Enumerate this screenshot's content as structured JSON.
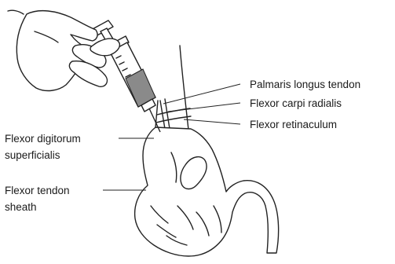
{
  "labels": {
    "palmaris": "Palmaris longus tendon",
    "fcr": "Flexor carpi radialis",
    "retinaculum": "Flexor retinaculum",
    "fds_line1": "Flexor digitorum",
    "fds_line2": "superficialis",
    "sheath_line1": "Flexor tendon",
    "sheath_line2": "sheath"
  },
  "colors": {
    "ink": "#222222",
    "syringe_fluid": "#8a8a8a",
    "background": "#ffffff"
  }
}
